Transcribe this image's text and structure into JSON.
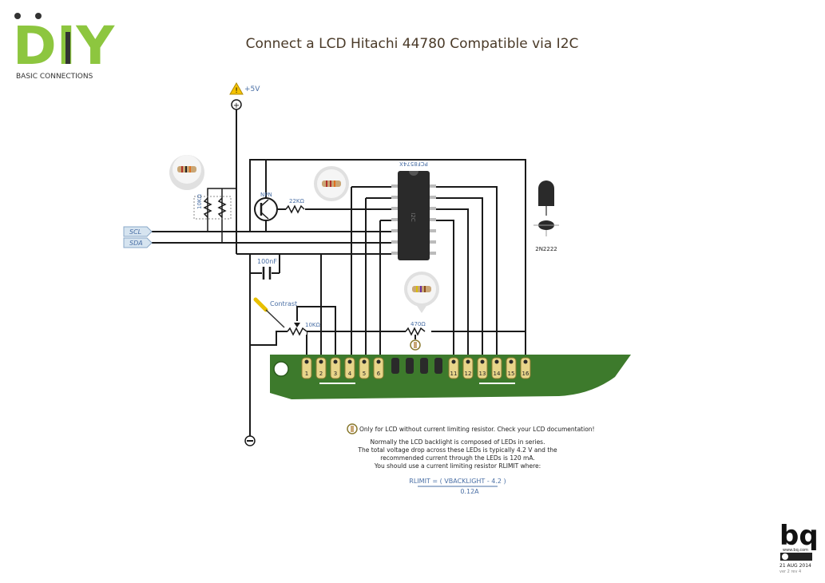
{
  "header": {
    "logo_text": "DIY",
    "subtitle": "BASIC CONNECTIONS",
    "title": "Connect a LCD Hitachi 44780 Compatible via I2C"
  },
  "power": {
    "vcc_label": "+5V"
  },
  "signals": {
    "scl_label": "SCL",
    "sda_label": "SDA"
  },
  "components": {
    "pullup_resistor_label": "10KΩ",
    "transistor_label": "NPN",
    "base_resistor_label": "22KΩ",
    "capacitor_label": "100nF",
    "contrast_label": "Contrast",
    "pot_label": "10KΩ",
    "backlight_resistor_label": "470Ω",
    "ic_label": "PCF8574X",
    "ic_body_label": "I2C",
    "transistor_part_label": "2N2222"
  },
  "lcd": {
    "pins_left": [
      "1",
      "2",
      "3",
      "4",
      "5",
      "6"
    ],
    "pins_right": [
      "11",
      "12",
      "13",
      "14",
      "15",
      "16"
    ]
  },
  "notes": {
    "warning": "Only for LCD without current limiting resistor. Check your LCD documentation!",
    "line1": "Normally the LCD backlight is composed of LEDs in series.",
    "line2": "The total voltage drop across these LEDs is typically 4.2 V and the",
    "line3": "recommended current through the LEDs is 120 mA.",
    "line4": "You should use a current limiting resistor RLIMIT  where:",
    "formula_num": "RLIMIT = ( VBACKLIGHT - 4.2 )",
    "formula_den": "0.12A"
  },
  "footer": {
    "brand": "bq",
    "site": "www.bq.com",
    "date": "21 AUG 2014",
    "version": "ver 2 rev 4"
  },
  "colors": {
    "logo_green": "#8dc63f",
    "pcb_green": "#3d7a2c",
    "pin_gold": "#e8d58a",
    "title_brown": "#4a3a28",
    "label_blue": "#4a6fa5"
  }
}
